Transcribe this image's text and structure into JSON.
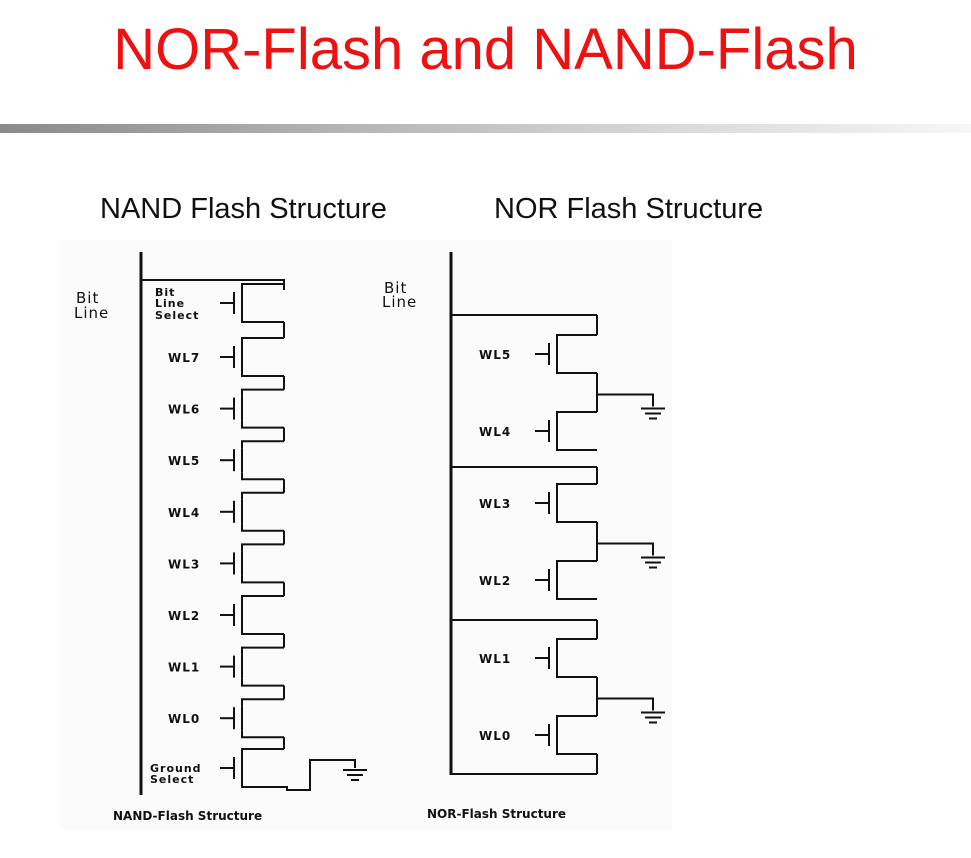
{
  "slide": {
    "title": "NOR-Flash and NAND-Flash",
    "nand_heading": "NAND Flash Structure",
    "nor_heading": "NOR Flash Structure"
  },
  "nand": {
    "bitline_label": [
      "Bit",
      "Line"
    ],
    "select_label": [
      "Bit",
      "Line",
      "Select"
    ],
    "wordlines": [
      "WL7",
      "WL6",
      "WL5",
      "WL4",
      "WL3",
      "WL2",
      "WL1",
      "WL0"
    ],
    "ground_label": [
      "Ground",
      "Select"
    ],
    "caption": "NAND-Flash Structure"
  },
  "nor": {
    "bitline_label": [
      "Bit",
      "Line"
    ],
    "wordlines": [
      "WL5",
      "WL4",
      "WL3",
      "WL2",
      "WL1",
      "WL0"
    ],
    "caption": "NOR-Flash Structure"
  }
}
